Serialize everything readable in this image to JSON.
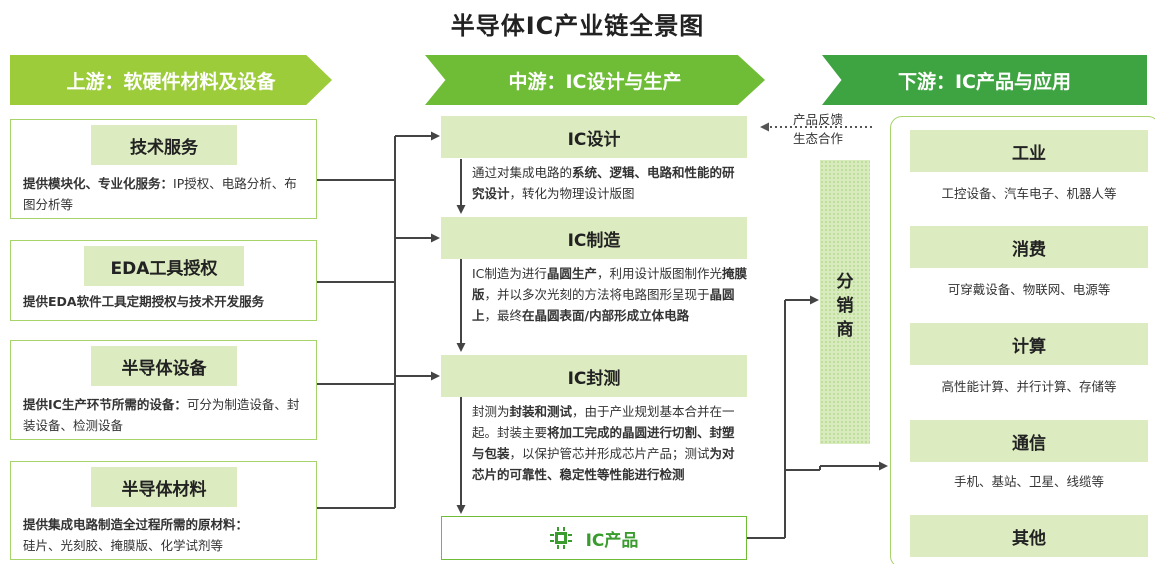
{
  "title": "半导体IC产业链全景图",
  "stages": {
    "upstream": "上游：软硬件材料及设备",
    "midstream": "中游：IC设计与生产",
    "downstream": "下游：IC产品与应用"
  },
  "upstream": [
    {
      "head": "技术服务",
      "desc_bold": "提供模块化、专业化服务：",
      "desc_rest": "IP授权、电路分析、布图分析等"
    },
    {
      "head": "EDA工具授权",
      "desc_bold": "提供EDA软件工具定期授权与技术开发服务",
      "desc_rest": ""
    },
    {
      "head": "半导体设备",
      "desc_bold": "提供IC生产环节所需的设备：",
      "desc_rest": "可分为制造设备、封装设备、检测设备"
    },
    {
      "head": "半导体材料",
      "desc_bold": "提供集成电路制造全过程所需的原材料：",
      "desc_rest": "硅片、光刻胶、掩膜版、化学试剂等"
    }
  ],
  "midstream": {
    "design": {
      "head": "IC设计",
      "d1": "通过对集成电路的",
      "d2": "系统、逻辑、电路和性能的研究设计",
      "d3": "，转化为物理设计版图"
    },
    "manufacture": {
      "head": "IC制造",
      "d1": "IC制造为进行",
      "d2": "晶圆生产",
      "d3": "，利用设计版图制作光",
      "d4": "掩膜版",
      "d5": "，并以多次光刻的方法将电路图形呈现于",
      "d6": "晶圆上",
      "d7": "，最终",
      "d8": "在晶圆表面/内部形成立体电路"
    },
    "package": {
      "head": "IC封测",
      "d1": "封测为",
      "d2": "封装和测试",
      "d3": "，由于产业规划基本合并在一起。封装主要",
      "d4": "将加工完成的晶圆进行切割、封塑与包装",
      "d5": "，以保护管芯并形成芯片产品；测试",
      "d6": "为对芯片的可靠性、稳定性等性能进行检测"
    },
    "product": "IC产品"
  },
  "feedback": [
    "产品反馈",
    "生态合作"
  ],
  "distributor": [
    "分",
    "销",
    "商"
  ],
  "downstream": [
    {
      "head": "工业",
      "desc": "工控设备、汽车电子、机器人等"
    },
    {
      "head": "消费",
      "desc": "可穿戴设备、物联网、电源等"
    },
    {
      "head": "计算",
      "desc": "高性能计算、并行计算、存储等"
    },
    {
      "head": "通信",
      "desc": "手机、基站、卫星、线缆等"
    },
    {
      "head": "其他",
      "desc": ""
    }
  ],
  "colors": {
    "upstream": "#9ccc3a",
    "midstream": "#6fbd37",
    "downstream": "#3ea441",
    "box_fill": "#ddecc0",
    "line": "#444444"
  }
}
